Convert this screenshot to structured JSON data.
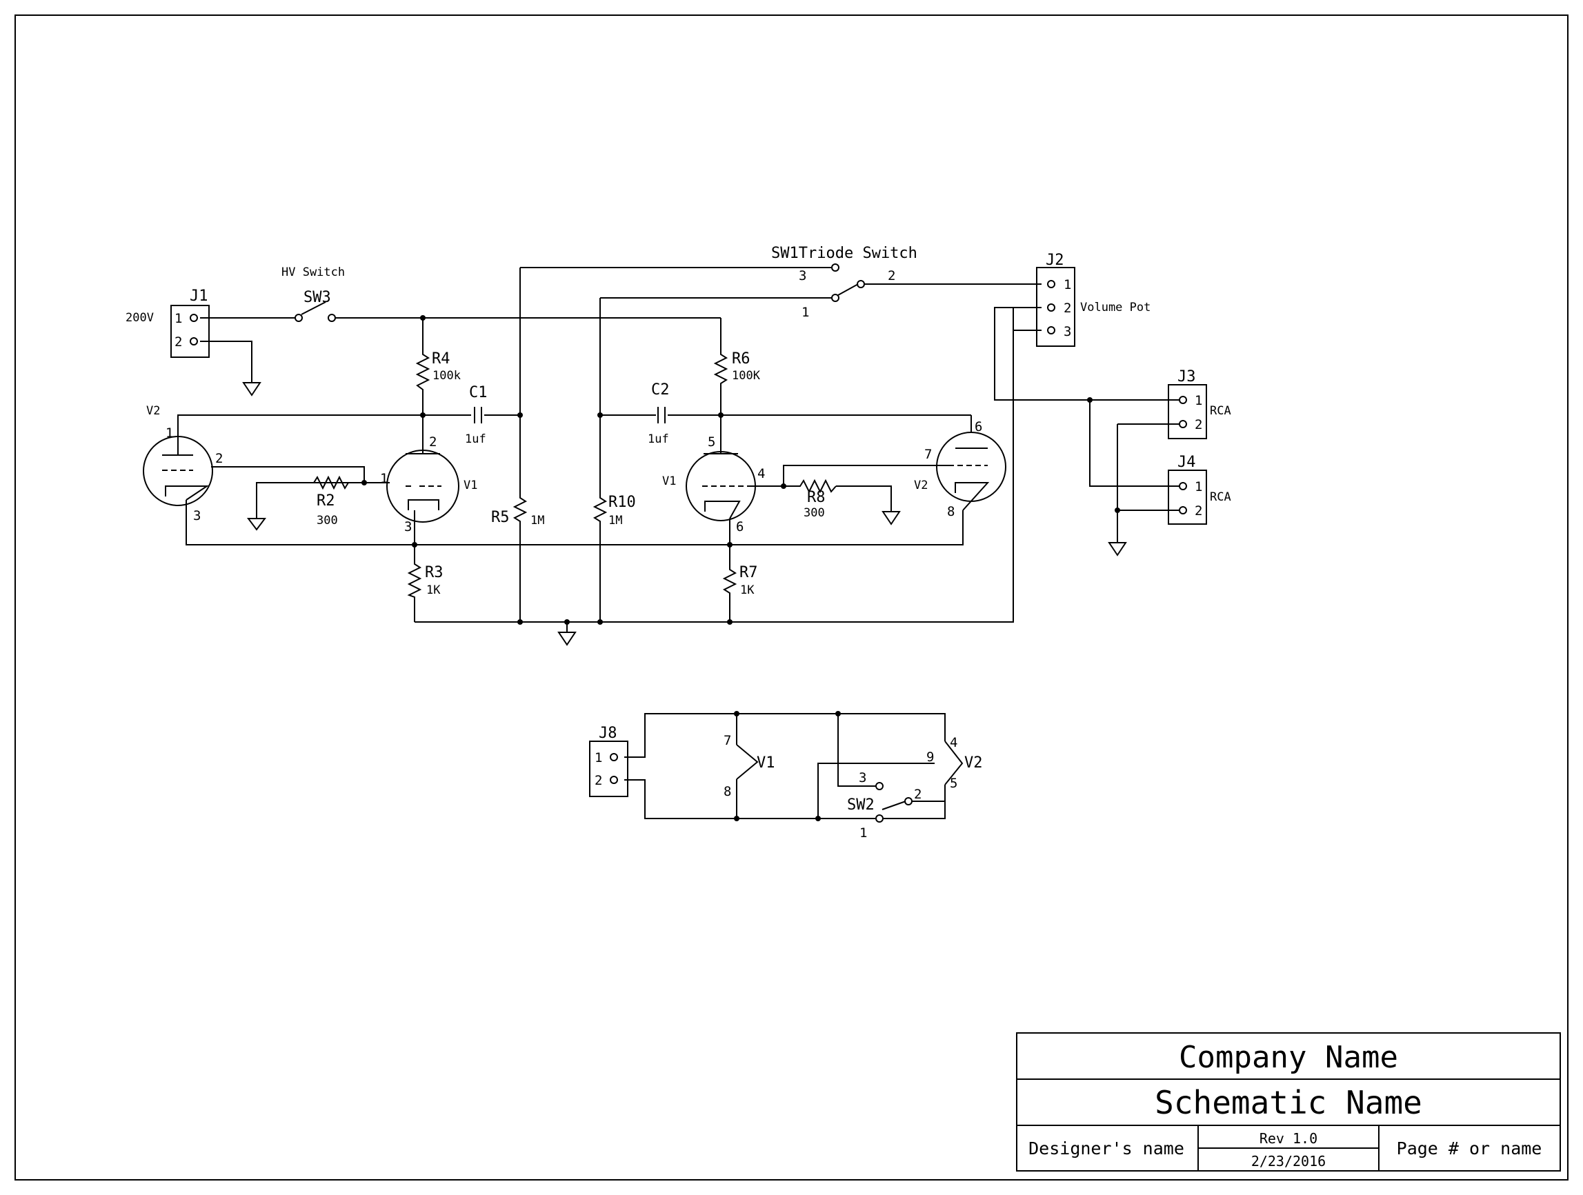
{
  "title_block": {
    "company": "Company Name",
    "schematic": "Schematic Name",
    "designer": "Designer's name",
    "rev": "Rev 1.0",
    "date": "2/23/2016",
    "page": "Page # or name"
  },
  "labels": {
    "hv_switch": "HV Switch",
    "sw3": "SW3",
    "sw1": "SW1Triode Switch",
    "sw2": "SW2",
    "j1": "J1",
    "j2": "J2",
    "j3": "J3",
    "j4": "J4",
    "j8": "J8",
    "v200": "200V",
    "volume_pot": "Volume Pot",
    "rca3": "RCA",
    "rca4": "RCA",
    "r2": "R2",
    "r2_val": "300",
    "r3": "R3",
    "r3_val": "1K",
    "r4": "R4",
    "r4_val": "100k",
    "r5": "R5",
    "r5_val": "1M",
    "r6": "R6",
    "r6_val": "100K",
    "r7": "R7",
    "r7_val": "1K",
    "r8": "R8",
    "r8_val": "300",
    "r10": "R10",
    "r10_val": "1M",
    "c1": "C1",
    "c1_val": "1uf",
    "c2": "C2",
    "c2_val": "1uf",
    "v1": "V1",
    "v2": "V2",
    "v1_b": "V1",
    "v2_b": "V2",
    "v1_h": "V1",
    "v2_h": "V2"
  },
  "pins": {
    "one": "1",
    "two": "2",
    "three": "3",
    "four": "4",
    "five": "5",
    "six": "6",
    "seven": "7",
    "eight": "8",
    "nine": "9"
  }
}
